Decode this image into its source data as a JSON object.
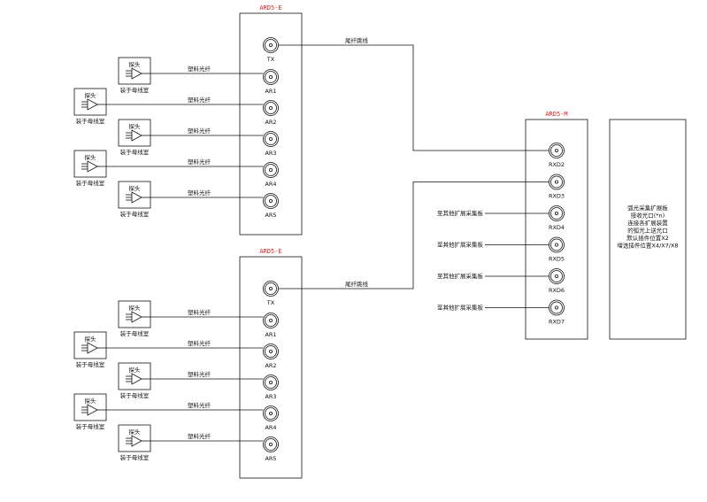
{
  "units_e": [
    {
      "title": "ARD5-E",
      "tx_label": "TX",
      "tx_link": "尾纤跳线",
      "channels": [
        {
          "id": "AR1",
          "cable": "塑料光纤",
          "sensor": "探头",
          "location": "装于母线室"
        },
        {
          "id": "AR2",
          "cable": "塑料光纤",
          "sensor": "探头",
          "location": "装于母线室"
        },
        {
          "id": "AR3",
          "cable": "塑料光纤",
          "sensor": "探头",
          "location": "装于母线室"
        },
        {
          "id": "AR4",
          "cable": "塑料光纤",
          "sensor": "探头",
          "location": "装于母线室"
        },
        {
          "id": "AR5",
          "cable": "塑料光纤",
          "sensor": "探头",
          "location": "装于母线室"
        }
      ]
    },
    {
      "title": "ARD5-E",
      "tx_label": "TX",
      "tx_link": "尾纤跳线",
      "channels": [
        {
          "id": "AR1",
          "cable": "塑料光纤",
          "sensor": "探头",
          "location": "装于母线室"
        },
        {
          "id": "AR2",
          "cable": "塑料光纤",
          "sensor": "探头",
          "location": "装于母线室"
        },
        {
          "id": "AR3",
          "cable": "塑料光纤",
          "sensor": "探头",
          "location": "装于母线室"
        },
        {
          "id": "AR4",
          "cable": "塑料光纤",
          "sensor": "探头",
          "location": "装于母线室"
        },
        {
          "id": "AR5",
          "cable": "塑料光纤",
          "sensor": "探头",
          "location": "装于母线室"
        }
      ]
    }
  ],
  "unit_m": {
    "title": "ARD5-M",
    "ports": [
      {
        "id": "RXD2",
        "link": ""
      },
      {
        "id": "RXD3",
        "link": ""
      },
      {
        "id": "RXD4",
        "link": "至其他扩展采集板"
      },
      {
        "id": "RXD5",
        "link": "至其他扩展采集板"
      },
      {
        "id": "RXD6",
        "link": "至其他扩展采集板"
      },
      {
        "id": "RXD7",
        "link": "至其他扩展采集板"
      }
    ]
  },
  "note": {
    "lines": [
      "弧光采集扩展板",
      "接收光口(*n)",
      "连接各扩展装置",
      "的弧光上送光口",
      "默认插件位置X2",
      "增选插件位置X4/X7/X8"
    ]
  }
}
